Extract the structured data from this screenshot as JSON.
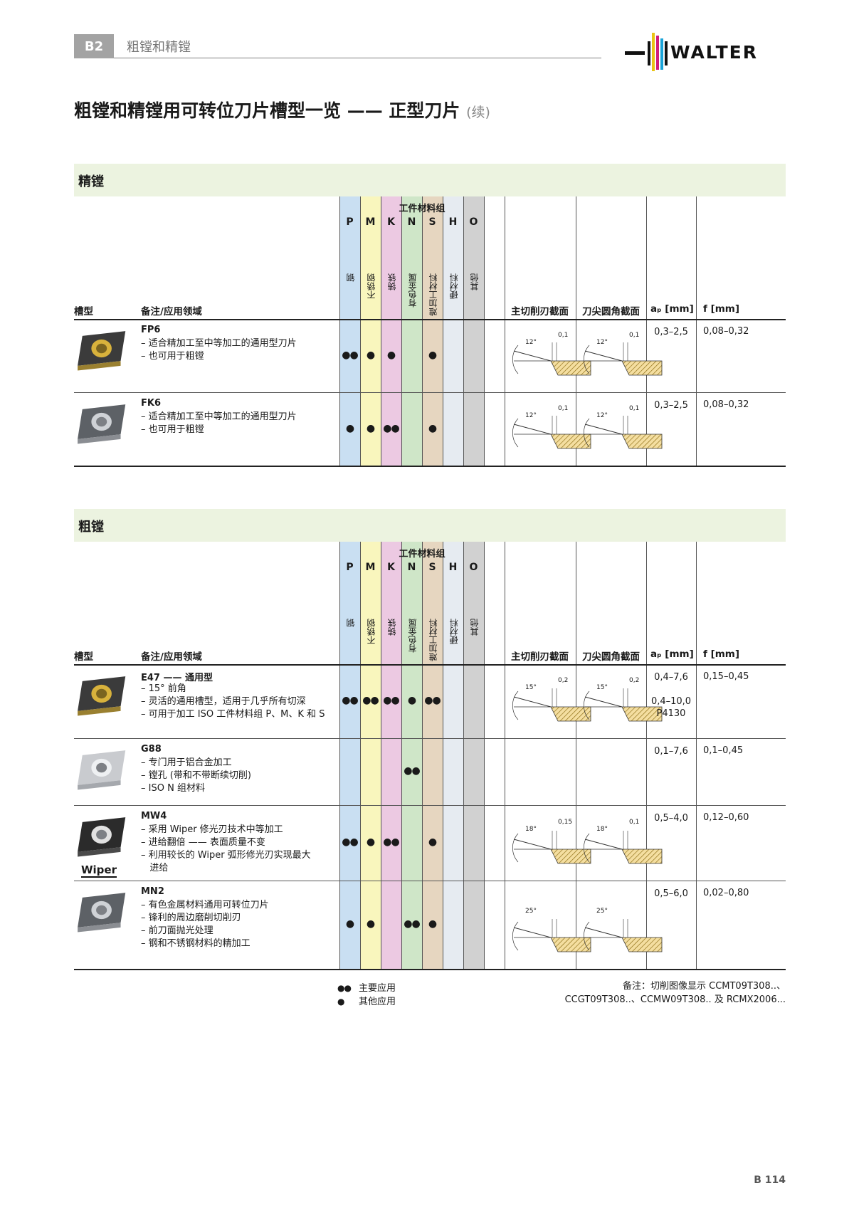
{
  "header": {
    "tag": "B2",
    "section_title": "粗镗和精镗",
    "logo_text": "WALTER"
  },
  "title": {
    "main": "粗镗和精镗用可转位刀片槽型一览 —— 正型刀片",
    "suffix": "(续)"
  },
  "colors": {
    "P": "#c9dff2",
    "M": "#f9f6bd",
    "K": "#ecc9e2",
    "N": "#cfe6c8",
    "S": "#e6d6c0",
    "H": "#e6ebf1",
    "O": "#d1d1d1",
    "section_bg": "#ecf3e0"
  },
  "columns": {
    "group_title": "工件材料组",
    "letters": [
      "P",
      "M",
      "K",
      "N",
      "S",
      "H",
      "O"
    ],
    "materials": [
      "钢",
      "不锈钢",
      "铸铁",
      "有色金属",
      "难加工材料",
      "硬材料",
      "其他"
    ],
    "geometry": "槽型",
    "notes": "备注/应用领域",
    "main_edge": "主切削刃截面",
    "corner": "刀尖圆角截面",
    "ap": "aₚ [mm]",
    "f": "f [mm]"
  },
  "finishing": {
    "title": "精镗",
    "rows": [
      {
        "name": "FP6",
        "notes": "– 适合精加工至中等加工的通用型刀片\n– 也可用于粗镗",
        "dots": [
          "●●",
          "●",
          "●",
          "",
          "●",
          "",
          ""
        ],
        "ap": "0,3–2,5",
        "f": "0,08–0,32",
        "img": "gold",
        "main": {
          "angle": "12°",
          "dim": "0,1"
        },
        "corner": {
          "angle": "12°",
          "dim": "0,1"
        }
      },
      {
        "name": "FK6",
        "notes": "– 适合精加工至中等加工的通用型刀片\n– 也可用于粗镗",
        "dots": [
          "●",
          "●",
          "●●",
          "",
          "●",
          "",
          ""
        ],
        "ap": "0,3–2,5",
        "f": "0,08–0,32",
        "img": "gray",
        "main": {
          "angle": "12°",
          "dim": "0,1"
        },
        "corner": {
          "angle": "12°",
          "dim": "0,1"
        }
      }
    ]
  },
  "roughing": {
    "title": "粗镗",
    "rows": [
      {
        "name": "E47 —— 通用型",
        "notes": "– 15° 前角\n– 灵活的通用槽型，适用于几乎所有切深\n– 可用于加工 ISO 工件材料组 P、M、K 和 S",
        "dots": [
          "●●",
          "●●",
          "●●",
          "●",
          "●●",
          "",
          ""
        ],
        "ap": "0,4–7,6\n\n0,4–10,0\nP4130",
        "f": "0,15–0,45",
        "img": "gold",
        "main": {
          "angle": "15°",
          "dim": "0,2"
        },
        "corner": {
          "angle": "15°",
          "dim": "0,2"
        }
      },
      {
        "name": "G88",
        "notes": "– 专门用于铝合金加工\n– 镗孔 (带和不带断续切削)\n– ISO N 组材料",
        "dots": [
          "",
          "",
          "",
          "●●",
          "",
          "",
          ""
        ],
        "ap": "0,1–7,6",
        "f": "0,1–0,45",
        "img": "silver",
        "main": null,
        "corner": null
      },
      {
        "name": "MW4",
        "notes": "– 采用 Wiper 修光刃技术中等加工\n– 进给翻倍 —— 表面质量不变\n– 利用较长的 Wiper 弧形修光刃实现最大\n   进给",
        "dots": [
          "●●",
          "●",
          "●●",
          "",
          "●",
          "",
          ""
        ],
        "ap": "0,5–4,0",
        "f": "0,12–0,60",
        "img": "dark",
        "wiper": "Wiper",
        "main": {
          "angle": "18°",
          "dim": "0,15"
        },
        "corner": {
          "angle": "18°",
          "dim": "0,1"
        }
      },
      {
        "name": "MN2",
        "notes": "– 有色金属材料通用可转位刀片\n– 锋利的周边磨削切削刃\n– 前刀面抛光处理\n– 钢和不锈钢材料的精加工",
        "dots": [
          "●",
          "●",
          "",
          "●●",
          "●",
          "",
          ""
        ],
        "ap": "0,5–6,0",
        "f": "0,02–0,80",
        "img": "gray",
        "main": {
          "angle": "25°",
          "dim": ""
        },
        "corner": {
          "angle": "25°",
          "dim": ""
        }
      }
    ]
  },
  "legend": {
    "main_sym": "●●",
    "main": "主要应用",
    "other_sym": "●",
    "other": "其他应用"
  },
  "footnote": {
    "line1": "备注：切削图像显示 CCMT09T308..、",
    "line2": "CCGT09T308..、CCMW09T308.. 及 RCMX2006..."
  },
  "page": "B 114"
}
